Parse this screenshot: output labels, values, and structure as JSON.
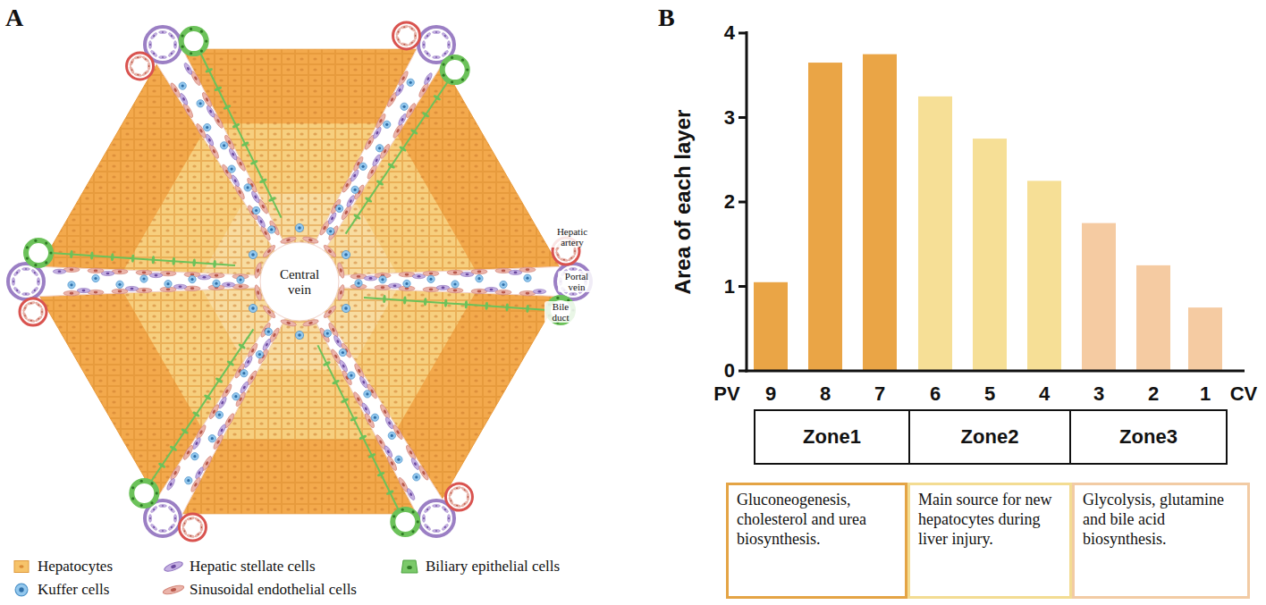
{
  "diagram": {
    "nodes": [
      {
        "text": [
          "Zone1"
        ]
      },
      {
        "text": [
          "Zone2"
        ]
      },
      {
        "text": [
          "Zone3"
        ]
      },
      {
        "text": [
          "Gluconeogenesis, cholesterol and urea biosynthesis."
        ]
      },
      {
        "text": [
          "Main source for new hepatocytes during liver injury."
        ]
      },
      {
        "text": [
          "Glycolysis, glutamine and bile acid biosynthesis."
        ]
      }
    ],
    "labels": [
      "A",
      "B",
      "Central vein",
      "Hepatic artery",
      "Portal vein",
      "Bile duct",
      "Area of each layer",
      "4",
      "3",
      "2",
      "1",
      "0",
      "PV",
      "9",
      "8",
      "7",
      "6",
      "5",
      "4",
      "3",
      "2",
      "1",
      "CV"
    ],
    "legend": [
      {
        "text": "Hepatocytes"
      },
      {
        "text": "Hepatic stellate cells"
      },
      {
        "text": "Biliary epithelial cells"
      },
      {
        "text": "Kuffer cells"
      },
      {
        "text": "Sinusoidal endothelial cells"
      }
    ]
  }
}
